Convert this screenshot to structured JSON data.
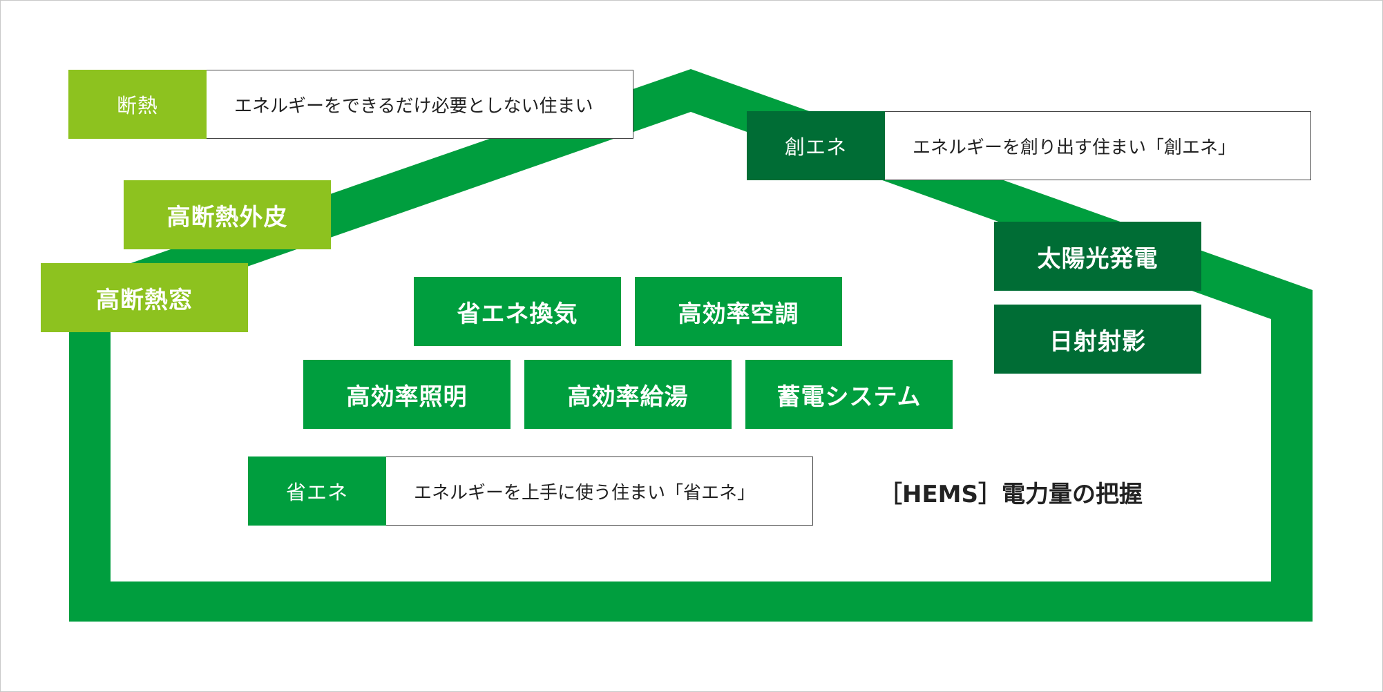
{
  "colors": {
    "lime": "#8dc21f",
    "green": "#009e3e",
    "dark_green": "#006d35"
  },
  "insulation": {
    "tag": "断熱",
    "description": "エネルギーをできるだけ必要としない住まい",
    "items": [
      "高断熱外皮",
      "高断熱窓"
    ]
  },
  "energy_creation": {
    "tag": "創エネ",
    "description": "エネルギーを創り出す住まい「創エネ」",
    "items": [
      "太陽光発電",
      "日射射影"
    ]
  },
  "energy_saving": {
    "tag": "省エネ",
    "description": "エネルギーを上手に使う住まい「省エネ」",
    "items": [
      "省エネ換気",
      "高効率空調",
      "高効率照明",
      "高効率給湯",
      "蓄電システム"
    ]
  },
  "hems_label": "［HEMS］電力量の把握"
}
